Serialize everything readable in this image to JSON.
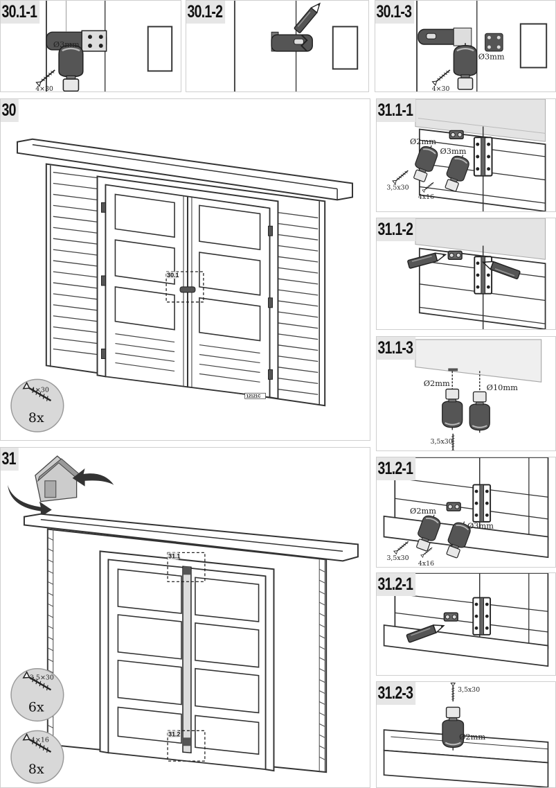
{
  "steps": {
    "s30_1_1": {
      "label": "30.1-1",
      "drill": "Ø3mm",
      "screw": "4×30"
    },
    "s30_1_2": {
      "label": "30.1-2"
    },
    "s30_1_3": {
      "label": "30.1-3",
      "drill": "Ø3mm",
      "screw": "4×30"
    },
    "s30": {
      "label": "30",
      "callout": "30.1",
      "qty_screw": "4×30",
      "qty_count": "8x",
      "code": "12121C"
    },
    "s31": {
      "label": "31",
      "callout_top": "31.1",
      "callout_bottom": "31.2",
      "qty1_screw": "3,5×30",
      "qty1_count": "6x",
      "qty2_screw": "4×16",
      "qty2_count": "8x"
    },
    "s31_1_1": {
      "label": "31.1-1",
      "drill_a": "Ø2mm",
      "drill_b": "Ø3mm",
      "screw_a": "3,5x30",
      "screw_b": "4x16"
    },
    "s31_1_2": {
      "label": "31.1-2"
    },
    "s31_1_3": {
      "label": "31.1-3",
      "drill_a": "Ø2mm",
      "drill_b": "Ø10mm",
      "screw": "3,5x30"
    },
    "s31_2_1a": {
      "label": "31.2-1",
      "drill_a": "Ø2mm",
      "drill_b": "Ø3mm",
      "screw_a": "3,5x30",
      "screw_b": "4x16"
    },
    "s31_2_1b": {
      "label": "31.2-1"
    },
    "s31_2_3": {
      "label": "31.2-3",
      "screw": "3,5x30",
      "drill": "Ø2mm"
    }
  }
}
